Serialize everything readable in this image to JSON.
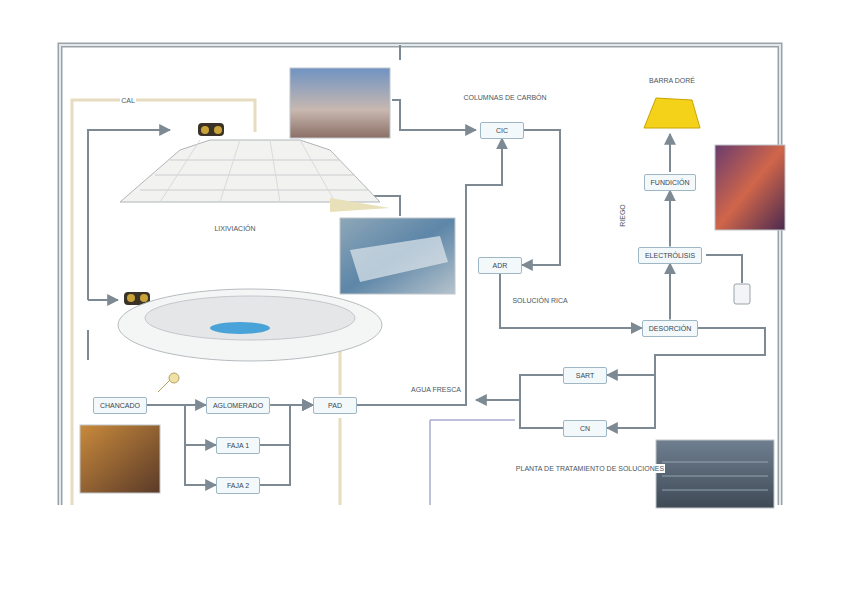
{
  "diagram": {
    "nodes": [
      {
        "text": [
          "CIC"
        ]
      },
      {
        "text": [
          "FUNDICIÓN"
        ]
      },
      {
        "text": [
          "ADR"
        ]
      },
      {
        "text": [
          "ELECTRÓLISIS"
        ]
      },
      {
        "text": [
          "DESORCIÓN"
        ]
      },
      {
        "text": [
          "SART"
        ]
      },
      {
        "text": [
          "CN"
        ]
      },
      {
        "text": [
          "CHANCADO"
        ]
      },
      {
        "text": [
          "AGLOMERADO"
        ]
      },
      {
        "text": [
          "PAD"
        ]
      },
      {
        "text": [
          "FAJA 1"
        ]
      },
      {
        "text": [
          "FAJA 2"
        ]
      }
    ],
    "edges": [
      {
        "from": 7,
        "to": 8,
        "arrow": "to"
      },
      {
        "from": 7,
        "to": 10,
        "arrow": "to"
      },
      {
        "from": 7,
        "to": 11,
        "arrow": "to"
      },
      {
        "from": 8,
        "to": 9,
        "arrow": "to"
      },
      {
        "from": 10,
        "to": 9,
        "arrow": "to"
      },
      {
        "from": 11,
        "to": 9,
        "arrow": "to"
      },
      {
        "from": 9,
        "to": 0,
        "arrow": "to"
      },
      {
        "from": 0,
        "to": 2,
        "arrow": "to"
      },
      {
        "from": 2,
        "to": 4,
        "arrow": "to"
      },
      {
        "from": 4,
        "to": 3,
        "arrow": "to"
      },
      {
        "from": 3,
        "to": 1,
        "arrow": "to"
      },
      {
        "from": 4,
        "to": 5,
        "arrow": "to"
      },
      {
        "from": 4,
        "to": 6,
        "arrow": "to"
      }
    ],
    "labels": [
      "LIXIVIACIÓN",
      "COLUMNAS DE CARBÓN",
      "BARRA DORÉ",
      "RIEGO",
      "SOLUCIÓN RICA",
      "AGUA FRESCA",
      "PLANTA DE TRATAMIENTO DE SOLUCIONES",
      "CAL"
    ]
  }
}
